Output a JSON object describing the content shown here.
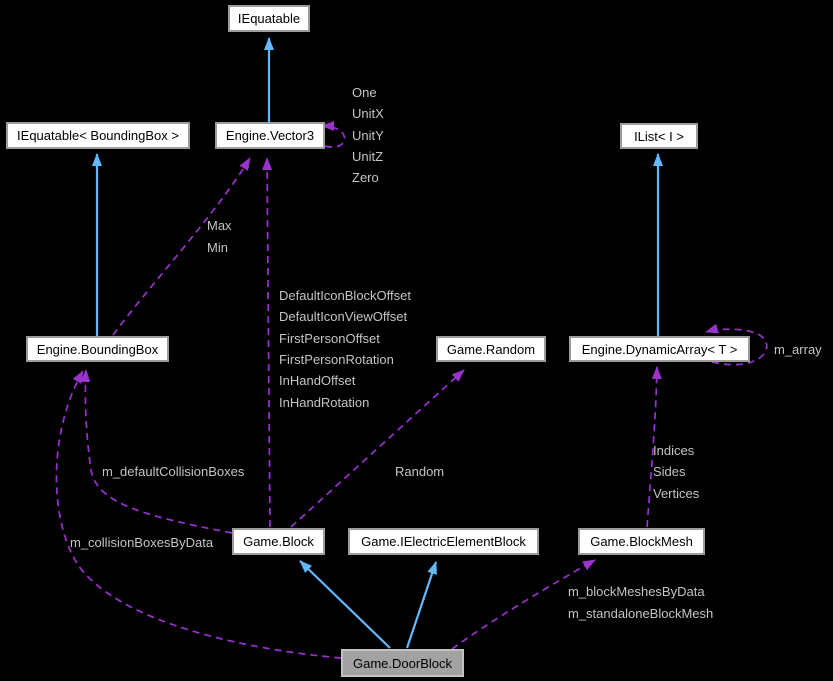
{
  "diagram": {
    "type": "uml-collaboration-graph",
    "colors": {
      "background": "#000000",
      "inheritance_edge": "#63b8ff",
      "usage_edge": "#9a32cd",
      "node_fill": "#ffffff",
      "node_border": "#9c9c9c",
      "highlight_node_fill": "#a2a2a2",
      "edge_label_text": "#c4c4c4"
    },
    "nodes": [
      {
        "id": "iequatable",
        "label": "IEquatable"
      },
      {
        "id": "iequatable-boundingbox",
        "label": "IEquatable< BoundingBox >"
      },
      {
        "id": "engine-vector3",
        "label": "Engine.Vector3"
      },
      {
        "id": "ilist-i",
        "label": "IList< I >"
      },
      {
        "id": "engine-boundingbox",
        "label": "Engine.BoundingBox"
      },
      {
        "id": "game-random",
        "label": "Game.Random"
      },
      {
        "id": "engine-dynamicarray-t",
        "label": "Engine.DynamicArray< T >"
      },
      {
        "id": "game-block",
        "label": "Game.Block"
      },
      {
        "id": "game-ielectricelementblock",
        "label": "Game.IElectricElementBlock"
      },
      {
        "id": "game-blockmesh",
        "label": "Game.BlockMesh"
      },
      {
        "id": "game-doorblock",
        "label": "Game.DoorBlock",
        "highlighted": true
      }
    ],
    "edge_labels": [
      {
        "text": "One"
      },
      {
        "text": "UnitX"
      },
      {
        "text": "UnitY"
      },
      {
        "text": "UnitZ"
      },
      {
        "text": "Zero"
      },
      {
        "text": "Max"
      },
      {
        "text": "Min"
      },
      {
        "text": "DefaultIconBlockOffset"
      },
      {
        "text": "DefaultIconViewOffset"
      },
      {
        "text": "FirstPersonOffset"
      },
      {
        "text": "FirstPersonRotation"
      },
      {
        "text": "InHandOffset"
      },
      {
        "text": "InHandRotation"
      },
      {
        "text": "m_defaultCollisionBoxes"
      },
      {
        "text": "m_collisionBoxesByData"
      },
      {
        "text": "Random"
      },
      {
        "text": "m_array"
      },
      {
        "text": "Indices"
      },
      {
        "text": "Sides"
      },
      {
        "text": "Vertices"
      },
      {
        "text": "m_blockMeshesByData"
      },
      {
        "text": "m_standaloneBlockMesh"
      }
    ]
  }
}
